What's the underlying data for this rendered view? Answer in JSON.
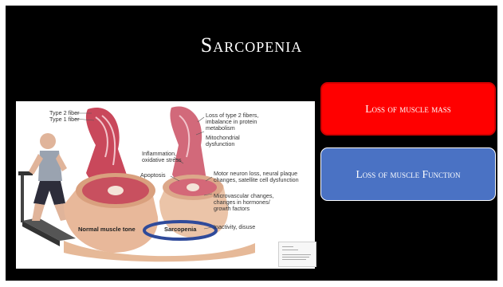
{
  "slide": {
    "title": "Sarcopenia",
    "boxes": [
      {
        "label": "Loss of muscle mass",
        "color": "#ff0000"
      },
      {
        "label": "Loss of muscle Function",
        "color": "#4a72c4"
      }
    ]
  },
  "figure": {
    "labels": {
      "type2": "Type 2 fiber",
      "type1": "Type 1 fiber",
      "loss_type2": "Loss of type 2 fibers, imbalance in protein metabolism",
      "mito": "Mitochondrial dysfunction",
      "inflammation": "Inflammation, oxidative stress",
      "apoptosis": "Apoptosis",
      "motor": "Motor neuron loss, neural plaque changes, satellite cell dysfunction",
      "micro": "Microvascular changes, changes in hormones/ growth factors",
      "inactivity": "Inactivity, disuse",
      "normal": "Normal muscle tone",
      "sarcopenia": "Sarcopenia"
    }
  }
}
